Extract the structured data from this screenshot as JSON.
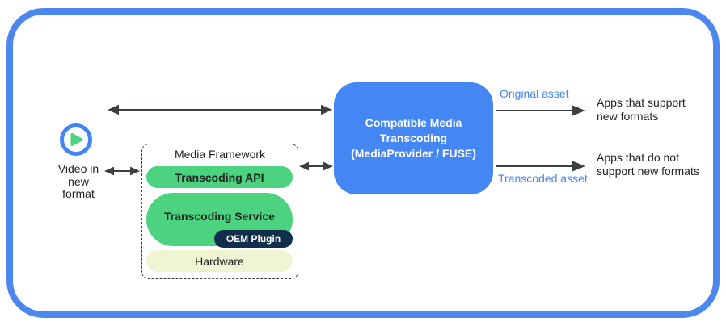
{
  "colors": {
    "frame_blue": "#4c87f0",
    "box_blue": "#4386f4",
    "label_blue": "#4285f4",
    "pill_green": "#4bd37f",
    "pill_pale": "#f0f4d3",
    "pill_navy": "#112e4d",
    "arrow_gray": "#3c4043",
    "text_dark": "#202124"
  },
  "icons": {
    "play": "play-icon"
  },
  "left": {
    "video_label": "Video in\nnew\nformat"
  },
  "framework": {
    "title": "Media Framework",
    "layers": {
      "api": "Transcoding API",
      "service": "Transcoding Service",
      "oem": "OEM Plugin",
      "hardware": "Hardware"
    }
  },
  "transcoder": {
    "title": "Compatible Media\nTranscoding\n(MediaProvider / FUSE)"
  },
  "outputs": {
    "original_label": "Original asset",
    "transcoded_label": "Transcoded asset",
    "apps_support": "Apps that support\nnew formats",
    "apps_no_support": "Apps that do not\nsupport new formats"
  }
}
